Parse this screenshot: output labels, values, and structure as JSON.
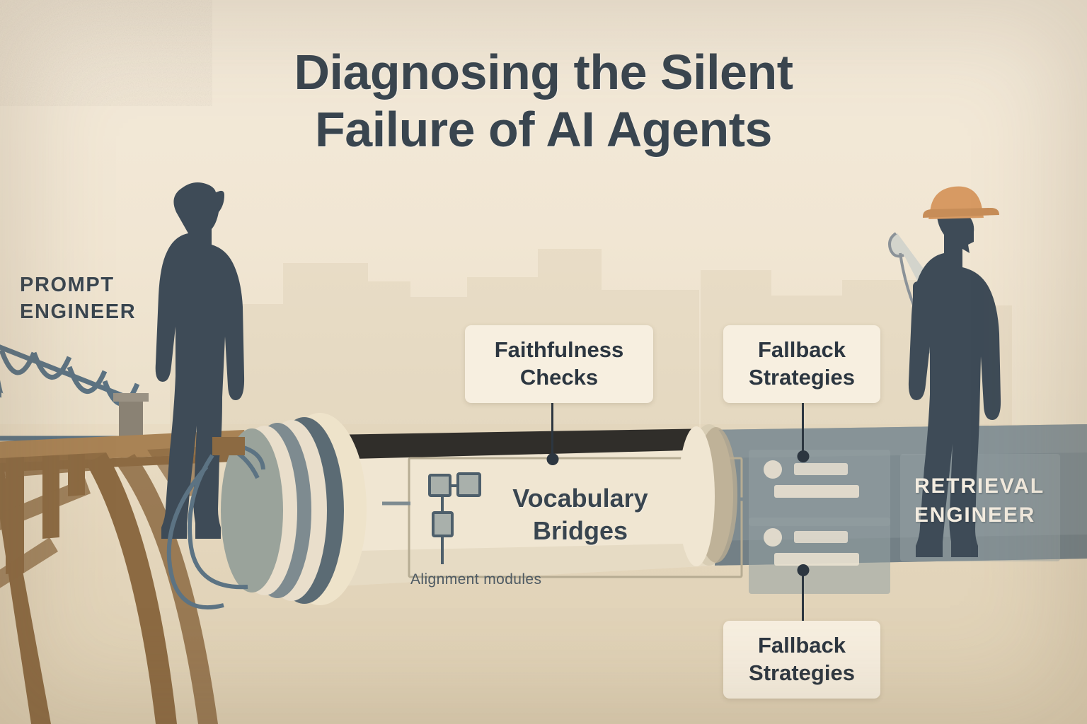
{
  "meta": {
    "title_line1": "Diagnosing the Silent",
    "title_line2": "Failure of AI Agents"
  },
  "colors": {
    "background": "#f2e8d6",
    "background_lower": "#e3d5bb",
    "ink": "#39454f",
    "ink_dark": "#2c3640",
    "callout_bg": "#f7efe0",
    "pipe_light": "#f0e6d2",
    "pipe_ring": "#5b6b74",
    "pipe_dark": "#79868c",
    "wood": "#9a7a52",
    "hardhat": "#d79a63",
    "label_light": "#f3ece0"
  },
  "roles": {
    "left": {
      "line1": "PROMPT",
      "line2": "ENGINEER"
    },
    "right": {
      "line1": "RETRIEVAL",
      "line2": "ENGINEER"
    }
  },
  "pipe": {
    "heading_line1": "Vocabulary",
    "heading_line2": "Bridges",
    "subcaption": "Alignment modules",
    "icon": "node-graph-icon"
  },
  "callouts": [
    {
      "id": "faithfulness-checks",
      "line1": "Faithfulness",
      "line2": "Checks"
    },
    {
      "id": "fallback-strategies-top",
      "line1": "Fallback",
      "line2": "Strategies"
    },
    {
      "id": "fallback-strategies-bottom",
      "line1": "Fallback",
      "line2": "Strategies"
    }
  ],
  "figures": {
    "left": {
      "name": "prompt-engineer-silhouette",
      "description": "person standing on wooden bridge deck"
    },
    "right": {
      "name": "retrieval-engineer-silhouette",
      "description": "worker with hard hat holding rolled blueprint"
    }
  }
}
